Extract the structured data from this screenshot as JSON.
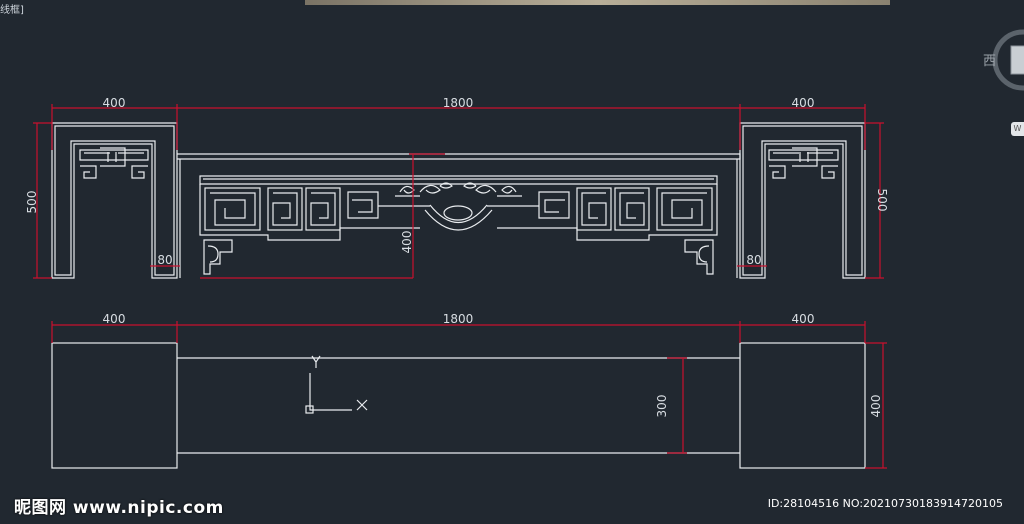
{
  "viewport": {
    "label": "线框]"
  },
  "viewcube": {
    "west": "西",
    "wcs_label": "W"
  },
  "drawing": {
    "top_view_dims": {
      "left": "400",
      "middle": "1800",
      "right": "400",
      "left_height": "500",
      "right_height": "500",
      "inner_height": "400",
      "left_leg": "80",
      "right_leg": "80"
    },
    "bottom_view_dims": {
      "left": "400",
      "middle": "1800",
      "right": "400",
      "beam_height": "300",
      "block_height": "400"
    },
    "ucs": {
      "x_label": "X",
      "y_label": "Y"
    }
  },
  "watermark": {
    "logo_text": "昵图网 www.nipic.com",
    "id_text": "ID:28104516 NO:20210730183914720105"
  },
  "colors": {
    "background": "#212830",
    "linework": "#e9ecef",
    "dimension": "#c8102e"
  }
}
